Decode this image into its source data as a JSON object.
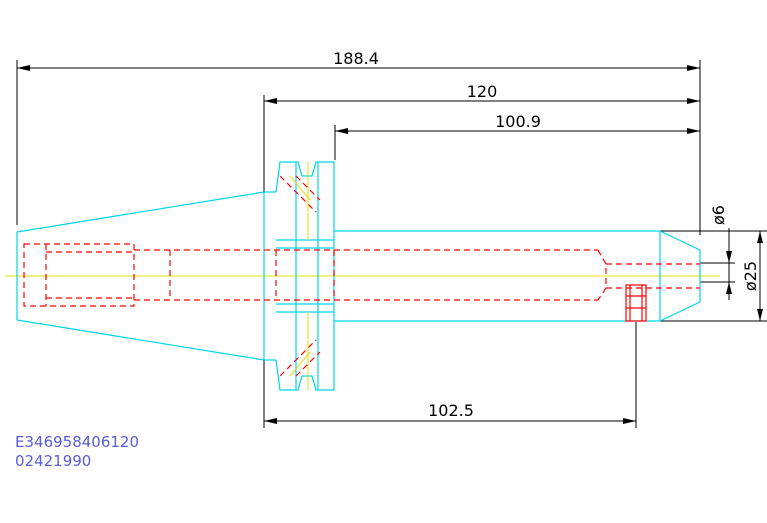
{
  "dimensions": {
    "overall_length": "188.4",
    "flange_to_end": "120",
    "shank_length": "100.9",
    "pin_position": "102.5",
    "tip_diameter": "ø6",
    "shank_diameter": "ø25"
  },
  "codes": {
    "part_code": "E346958406120",
    "date_code": "02421990"
  },
  "colors": {
    "outline": "#00d5ea",
    "hidden_lines": "#ff0000",
    "center_line": "#e8e000",
    "dimension_lines": "#000000",
    "code_text": "#5b5bd6"
  }
}
